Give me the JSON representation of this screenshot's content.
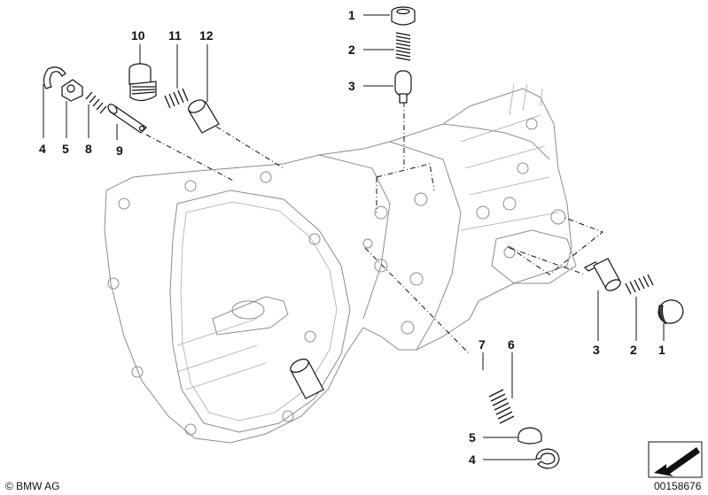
{
  "callouts": {
    "c_top_1": "1",
    "c_top_2": "2",
    "c_top_3": "3",
    "c_10": "10",
    "c_11": "11",
    "c_12": "12",
    "c_left_4": "4",
    "c_left_5": "5",
    "c_8": "8",
    "c_9": "9",
    "c_right_3": "3",
    "c_right_2": "2",
    "c_right_1": "1",
    "c_7": "7",
    "c_6": "6",
    "c_bottom_5": "5",
    "c_bottom_4": "4"
  },
  "footer": {
    "copyright": "© BMW AG",
    "diagram_number": "00158676"
  },
  "icons": {
    "nav_arrow": "arrow-down-left-icon"
  }
}
